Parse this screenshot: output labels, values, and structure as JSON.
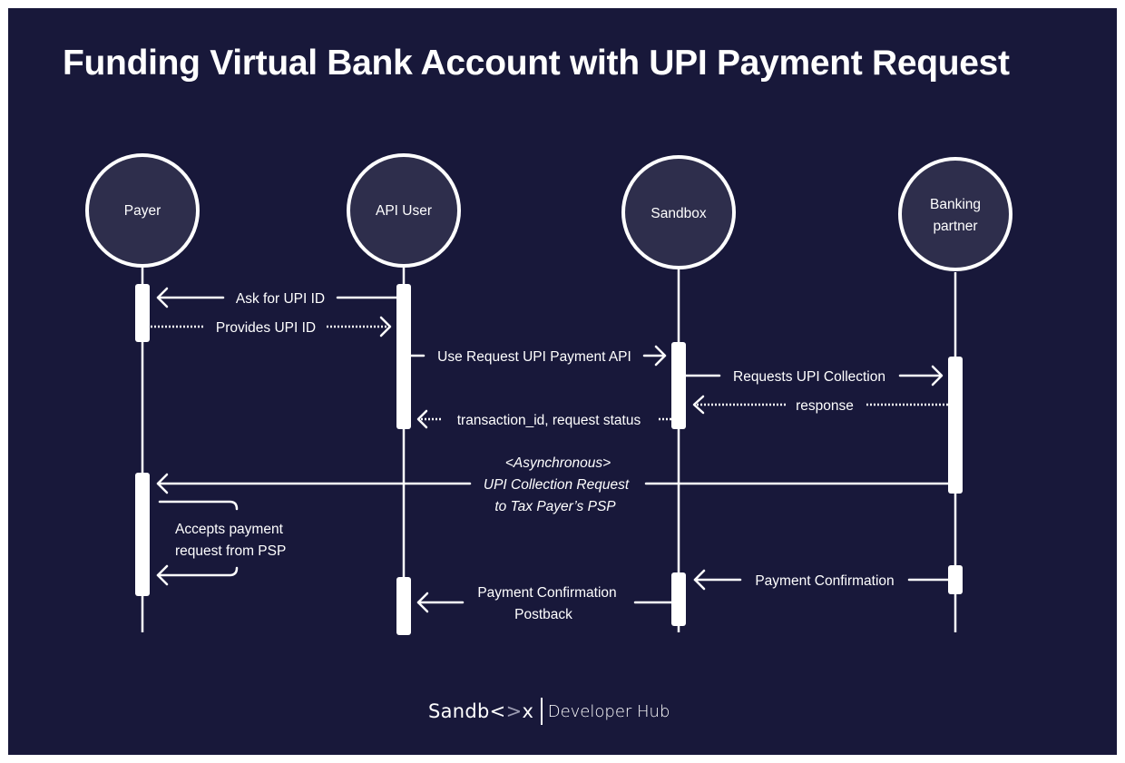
{
  "title": "Funding Virtual Bank Account with UPI Payment Request",
  "colors": {
    "background": "#18183a",
    "actor_fill": "#2e2e4c",
    "stroke": "#ffffff",
    "logo_accent": "#9a9ab0"
  },
  "actors": [
    {
      "id": "payer",
      "lines": [
        "Payer"
      ]
    },
    {
      "id": "api-user",
      "lines": [
        "API User"
      ]
    },
    {
      "id": "sandbox",
      "lines": [
        "Sandbox"
      ]
    },
    {
      "id": "banking-partner",
      "lines": [
        "Banking",
        "partner"
      ]
    }
  ],
  "messages": [
    {
      "id": "ask-upi-id",
      "from": "api-user",
      "to": "payer",
      "style": "solid",
      "lines": [
        "Ask for UPI ID"
      ]
    },
    {
      "id": "provides-upi-id",
      "from": "payer",
      "to": "api-user",
      "style": "dotted",
      "lines": [
        "Provides UPI ID"
      ]
    },
    {
      "id": "use-request-api",
      "from": "api-user",
      "to": "sandbox",
      "style": "solid",
      "lines": [
        "Use Request UPI Payment API"
      ]
    },
    {
      "id": "requests-collection",
      "from": "sandbox",
      "to": "banking-partner",
      "style": "solid",
      "lines": [
        "Requests UPI Collection"
      ]
    },
    {
      "id": "response",
      "from": "banking-partner",
      "to": "sandbox",
      "style": "dotted",
      "lines": [
        "response"
      ]
    },
    {
      "id": "transaction-status",
      "from": "sandbox",
      "to": "api-user",
      "style": "dotted",
      "lines": [
        "transaction_id, request status"
      ]
    },
    {
      "id": "upi-collection-request",
      "from": "banking-partner",
      "to": "payer",
      "style": "solid",
      "italic": true,
      "lines": [
        "<Asynchronous>",
        "UPI Collection Request",
        "to Tax Payer’s PSP"
      ]
    },
    {
      "id": "accepts-payment",
      "from": "payer",
      "to": "payer",
      "style": "self",
      "lines": [
        "Accepts payment",
        "request from PSP"
      ]
    },
    {
      "id": "payment-confirmation",
      "from": "banking-partner",
      "to": "sandbox",
      "style": "solid",
      "lines": [
        "Payment Confirmation"
      ]
    },
    {
      "id": "payment-confirmation-postback",
      "from": "sandbox",
      "to": "api-user",
      "style": "solid",
      "lines": [
        "Payment Confirmation",
        "Postback"
      ]
    }
  ],
  "footer": {
    "brand_prefix": "Sandb",
    "brand_lt": "<",
    "brand_gt": ">",
    "brand_suffix": "x",
    "product": "Developer Hub"
  }
}
